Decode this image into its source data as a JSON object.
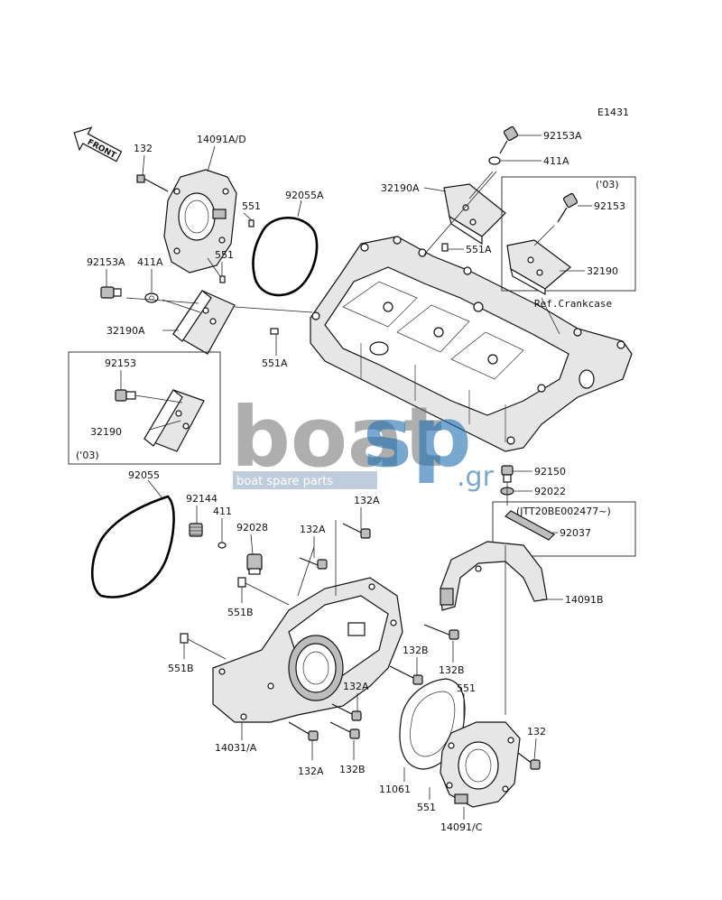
{
  "diagram_code": "E1431",
  "front_arrow": "FRONT",
  "watermark": {
    "brand_a": "boat",
    "brand_b": "sp",
    "domain": ".gr",
    "tagline": "boat spare parts"
  },
  "labels": {
    "l_132_top": "132",
    "l_14091AD": "14091A/D",
    "l_551_a": "551",
    "l_551_b": "551",
    "l_92055A": "92055A",
    "l_92153A_left": "92153A",
    "l_411A_left": "411A",
    "l_32190A_left": "32190A",
    "l_92153_left": "92153",
    "l_32190_left": "32190",
    "l_03_left": "('03)",
    "l_551A_left": "551A",
    "l_92153A_top": "92153A",
    "l_411A_top": "411A",
    "l_32190A_top": "32190A",
    "l_551A_top": "551A",
    "l_03_right": "('03)",
    "l_92153_right": "92153",
    "l_32190_right": "32190",
    "l_ref_crankcase": "Ref.Crankcase",
    "l_92055": "92055",
    "l_92144": "92144",
    "l_411": "411",
    "l_92028": "92028",
    "l_132A_1": "132A",
    "l_132A_2": "132A",
    "l_551B_1": "551B",
    "l_551B_2": "551B",
    "l_92150": "92150",
    "l_92022": "92022",
    "l_jtt": "(JTT20BE002477~)",
    "l_92037": "92037",
    "l_14091B": "14091B",
    "l_132B_1": "132B",
    "l_132B_2": "132B",
    "l_132A_3": "132A",
    "l_551_c": "551",
    "l_132_right": "132",
    "l_14031A": "14031/A",
    "l_132A_4": "132A",
    "l_132B_3": "132B",
    "l_11061": "11061",
    "l_551_d": "551",
    "l_14091C": "14091/C"
  }
}
